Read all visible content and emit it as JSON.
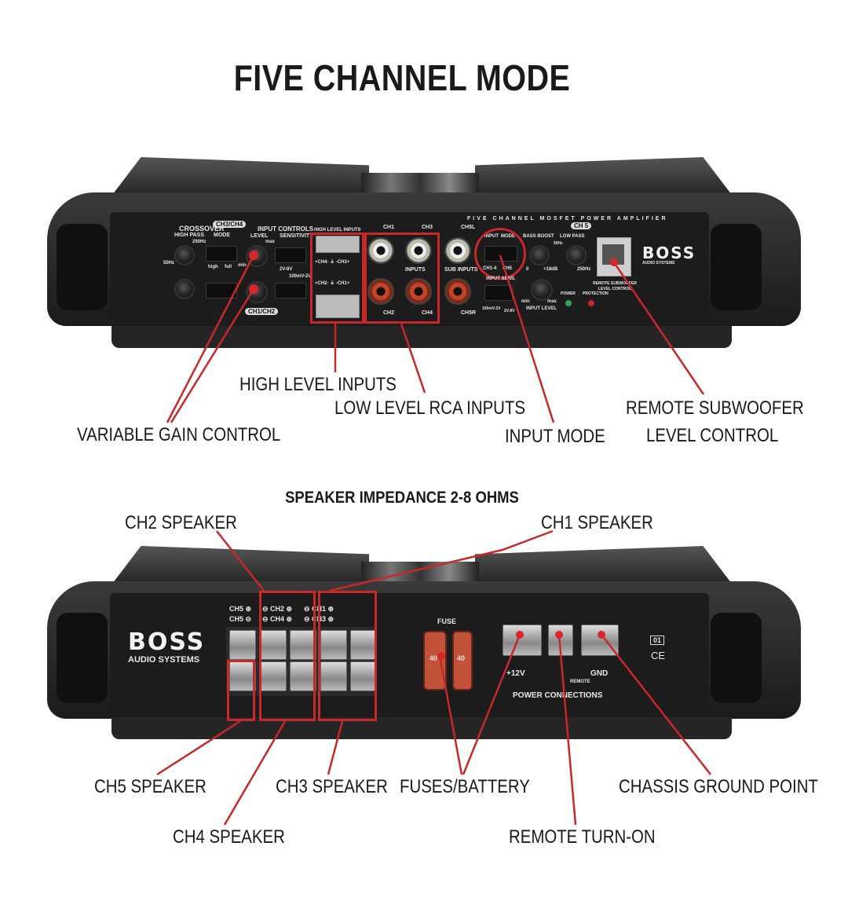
{
  "title": "FIVE CHANNEL MODE",
  "subtitle": "SPEAKER IMPEDANCE 2-8 OHMS",
  "colors": {
    "accent_red": "#c8282a",
    "panel": "#1c1c1c",
    "text": "#1a1a1a"
  },
  "top_amp": {
    "panel_title": "FIVE CHANNEL MOSFET POWER AMPLIFIER",
    "crossover": {
      "label": "CROSSOVER",
      "high_pass": "HIGH PASS",
      "mode": "MODE",
      "freq_high": "250Hz",
      "freq_low": "50Hz",
      "mode_high": "high",
      "mode_full": "full"
    },
    "channel_tags": {
      "ch34": "CH3/CH4",
      "ch12": "CH1/CH2",
      "ch5": "CH 5"
    },
    "input_controls": {
      "label": "INPUT CONTROLS",
      "level": "LEVEL",
      "sensitivity": "SENSITIVITY",
      "min": "min",
      "max": "max",
      "sens_high": "2V-8V",
      "sens_low": "100mV-2V"
    },
    "high_level_inputs": {
      "label": "HIGH LEVEL INPUTS",
      "row1": "+CH4- ⏚ -CH3+",
      "row2": "+CH2- ⏚ -CH1+"
    },
    "rca": {
      "ch1": "CH1",
      "ch3": "CH3",
      "ch2": "CH2",
      "ch4": "CH4",
      "inputs": "INPUTS",
      "ch5l": "CH5L",
      "ch5r": "CH5R",
      "sub_inputs": "SUB INPUTS"
    },
    "input_mode": {
      "input": "INPUT",
      "mode": "MODE",
      "opt1": "CH1-4",
      "opt2": "CH5",
      "sens": "INPUT SENS.",
      "sens_low": "100mV-2V",
      "sens_high": "2V-8V"
    },
    "bass_boost": {
      "label": "BASS BOOST",
      "min": "0",
      "max": "+18dB"
    },
    "low_pass": {
      "label": "LOW PASS",
      "low": "50Hz",
      "high": "250Hz"
    },
    "input_level": {
      "label": "INPUT LEVEL",
      "min": "min",
      "max": "max"
    },
    "leds": {
      "power": "POWER",
      "protection": "PROTECTION"
    },
    "remote_port": "REMOTE SUBWOOFER LEVEL CONTROL",
    "brand": "BOSS",
    "brand_sub": "AUDIO SYSTEMS"
  },
  "top_callouts": {
    "high_level": "HIGH LEVEL INPUTS",
    "low_level": "LOW LEVEL RCA INPUTS",
    "gain": "VARIABLE GAIN CONTROL",
    "input_mode": "INPUT MODE",
    "remote_line1": "REMOTE SUBWOOFER",
    "remote_line2": "LEVEL CONTROL"
  },
  "bottom_amp": {
    "brand": "BOSS",
    "brand_sub": "AUDIO SYSTEMS",
    "terminal_labels": {
      "row1": [
        "CH5 ⊕",
        "⊖ CH2 ⊕",
        "⊖ CH1 ⊕"
      ],
      "row2": [
        "CH5 ⊖",
        "⊖ CH4 ⊕",
        "⊖ CH3 ⊕"
      ]
    },
    "fuse_label": "FUSE",
    "fuse_rating": "40",
    "power": {
      "plus12v": "+12V",
      "gnd": "GND",
      "remote": "REMOTE",
      "label": "POWER CONNECTIONS"
    },
    "cert_box": "01",
    "ce": "CE"
  },
  "bottom_callouts": {
    "ch2": "CH2 SPEAKER",
    "ch1": "CH1 SPEAKER",
    "ch5": "CH5 SPEAKER",
    "ch3": "CH3 SPEAKER",
    "ch4": "CH4 SPEAKER",
    "fuses": "FUSES/BATTERY",
    "chassis": "CHASSIS GROUND POINT",
    "remote": "REMOTE TURN-ON"
  }
}
